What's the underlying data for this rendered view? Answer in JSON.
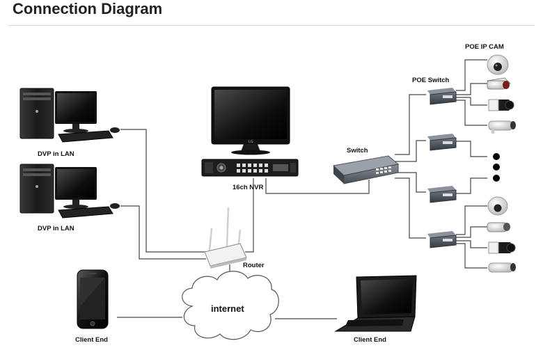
{
  "page": {
    "title": "Connection Diagram"
  },
  "labels": {
    "dvp_top": "DVP in LAN",
    "dvp_bottom": "DVP in LAN",
    "nvr": "16ch NVR",
    "router": "Router",
    "switch": "Switch",
    "poe_switch": "POE Switch",
    "poe_ip_cam": "POE IP CAM",
    "internet": "internet",
    "client_phone": "Client End",
    "client_laptop": "Client End"
  },
  "nvr_brand": "LG",
  "colors": {
    "wire": "#444444",
    "device_dark": "#1c1c1c",
    "switch_gray": "#5a6068",
    "camera_white": "#eeeeee",
    "accent_red": "#c0392b"
  }
}
